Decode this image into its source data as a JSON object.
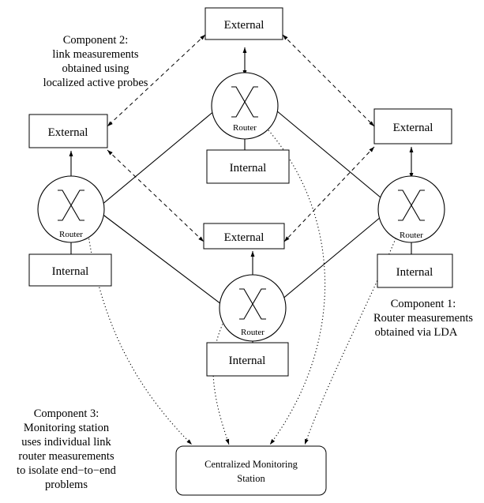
{
  "labels": {
    "external": "External",
    "internal": "Internal",
    "router": "Router",
    "monitor_line1": "Centralized Monitoring",
    "monitor_line2": "Station"
  },
  "annotations": {
    "component2": [
      "Component 2:",
      "link measurements",
      "obtained using",
      "localized active probes"
    ],
    "component1": [
      "Component 1:",
      "Router measurements",
      "obtained via LDA"
    ],
    "component3": [
      "Component 3:",
      "Monitoring station",
      "uses individual link",
      "router measurements",
      "to isolate end−to−end",
      "problems"
    ]
  },
  "icons": {
    "router": "router-cross-icon"
  }
}
